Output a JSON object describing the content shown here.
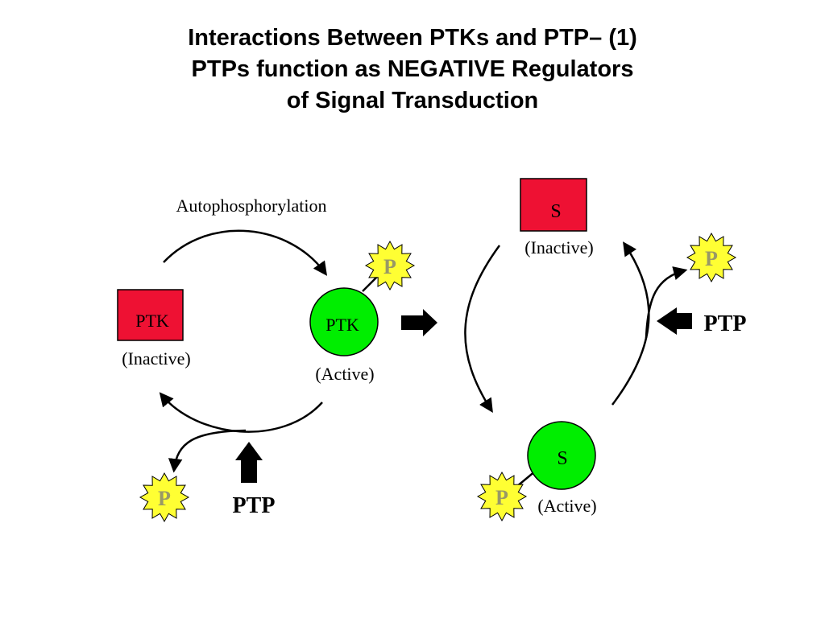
{
  "title": {
    "line1": "Interactions Between PTKs and PTP– (1)",
    "line2": "PTPs function as NEGATIVE Regulators",
    "line3": "of Signal Transduction"
  },
  "left_cycle": {
    "top_arrow_label": "Autophosphorylation",
    "inactive_box_label": "PTK",
    "inactive_state": "(Inactive)",
    "active_circle_label": "PTK",
    "active_state": "(Active)",
    "attached_phosphate": "P",
    "released_phosphate": "P",
    "phosphatase_label": "PTP"
  },
  "right_cycle": {
    "inactive_box_label": "S",
    "inactive_state": "(Inactive)",
    "active_circle_label": "S",
    "active_state": "(Active)",
    "attached_phosphate": "P",
    "released_phosphate": "P",
    "phosphatase_label": "PTP"
  },
  "colors": {
    "inactive_fill": "#ee1133",
    "active_fill": "#00ee00",
    "phosphate_fill": "#ffff33",
    "phosphate_text": "#999966",
    "ink": "#000000"
  },
  "icons": {
    "transition_arrow": "right-arrow-icon",
    "left_ptp_arrow": "up-arrow-icon",
    "right_ptp_arrow": "left-arrow-icon"
  }
}
